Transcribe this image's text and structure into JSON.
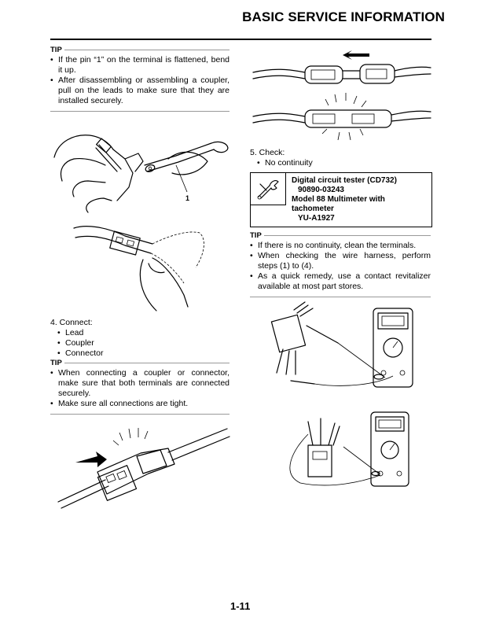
{
  "header": {
    "title": "BASIC SERVICE INFORMATION"
  },
  "left": {
    "tip1": {
      "label": "TIP",
      "items": [
        "If the pin “1” on the terminal is flattened, bend it up.",
        "After disassembling or assembling a coupler, pull on the leads to make sure that they are installed securely."
      ]
    },
    "figure_callout": "1",
    "step4": {
      "heading": "4.  Connect:",
      "items": [
        "Lead",
        "Coupler",
        "Connector"
      ]
    },
    "tip2": {
      "label": "TIP",
      "items": [
        "When connecting a coupler or connector, make sure that both terminals are connected securely.",
        "Make sure all connections are tight."
      ]
    }
  },
  "right": {
    "step5": {
      "heading": "5.  Check:",
      "items": [
        "No continuity"
      ]
    },
    "tool_box": {
      "icon": "tester-probe-icon",
      "lines": [
        "Digital circuit tester (CD732)",
        "90890-03243",
        "Model 88 Multimeter with tachometer",
        "YU-A1927"
      ]
    },
    "tip3": {
      "label": "TIP",
      "items": [
        "If there is no continuity, clean the terminals.",
        "When checking the wire harness, perform steps (1) to (4).",
        "As a quick remedy, use a contact revitalizer available at most part stores."
      ]
    }
  },
  "footer": {
    "page_number": "1-11"
  }
}
